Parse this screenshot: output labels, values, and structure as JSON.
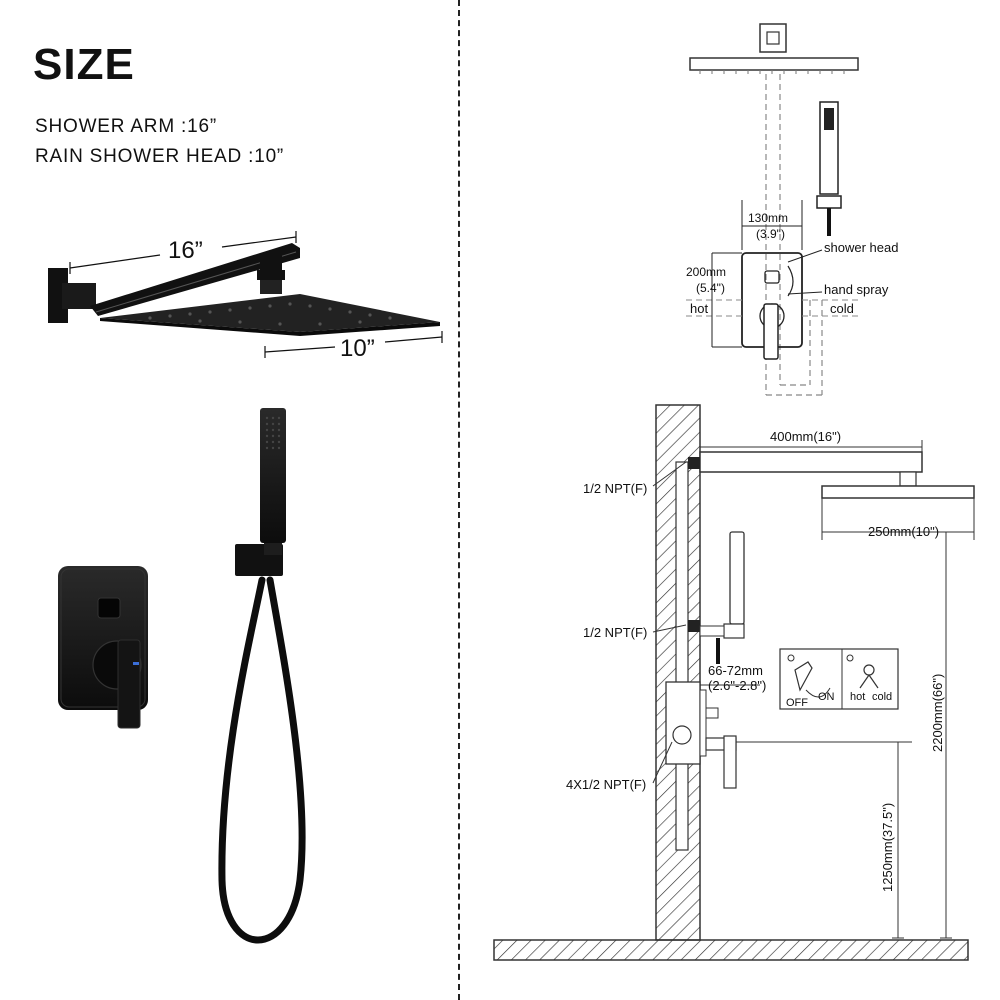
{
  "heading": "SIZE",
  "specs": {
    "arm": "SHOWER ARM :16”",
    "head": "RAIN SHOWER HEAD :10”"
  },
  "product": {
    "arm_dim": "16”",
    "head_dim": "10”"
  },
  "valve_diagram": {
    "width_mm": "130mm",
    "width_in": "(3.9\")",
    "height_mm": "200mm",
    "height_in": "(5.4\")",
    "shower_head": "shower head",
    "hand_spray": "hand spray",
    "hot": "hot",
    "cold": "cold"
  },
  "install_diagram": {
    "arm_length": "400mm(16\")",
    "head_width": "250mm(10\")",
    "npt_top": "1/2 NPT(F)",
    "npt_mid": "1/2 NPT(F)",
    "depth_mm": "66-72mm",
    "depth_in": "(2.6\"-2.8\")",
    "npt_valve": "4X1/2 NPT(F)",
    "height_total": "2200mm(66\")",
    "height_valve": "1250mm(37.5\")",
    "legend_off": "OFF",
    "legend_on": "ON",
    "legend_hot": "hot",
    "legend_cold": "cold"
  }
}
